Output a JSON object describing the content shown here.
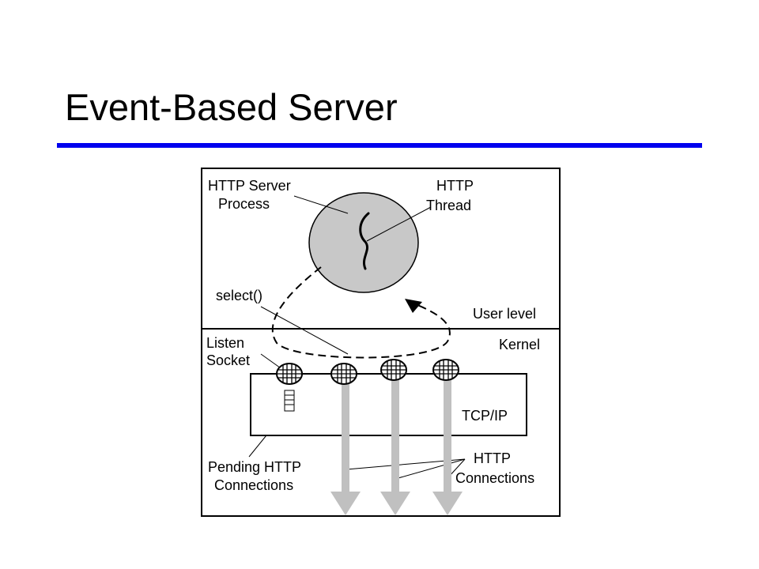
{
  "slide": {
    "title": "Event-Based Server",
    "rule_color": "#0000ee"
  },
  "diagram": {
    "labels": {
      "server_process_line1": "HTTP Server",
      "server_process_line2": "Process",
      "thread_line1": "HTTP",
      "thread_line2": "Thread",
      "select": "select()",
      "user_level": "User level",
      "kernel": "Kernel",
      "listen_line1": "Listen",
      "listen_line2": "Socket",
      "tcpip": "TCP/IP",
      "pending_line1": "Pending HTTP",
      "pending_line2": "Connections",
      "connections_line1": "HTTP",
      "connections_line2": "Connections"
    },
    "colors": {
      "process_fill": "#c8c8c8",
      "arrow_fill": "#c0c0c0",
      "stroke": "#000000"
    },
    "icons": {
      "socket": "socket-grid-icon",
      "queue": "pending-queue-icon",
      "thread": "thread-squiggle-icon"
    }
  }
}
